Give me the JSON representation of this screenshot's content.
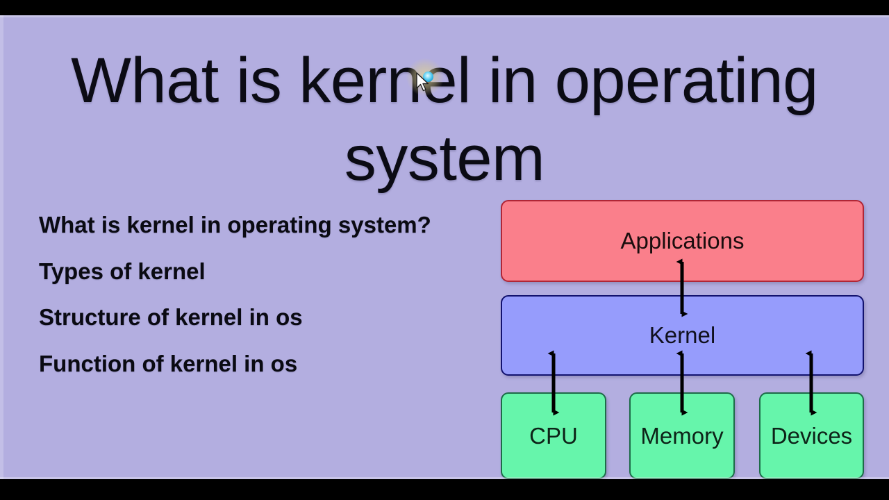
{
  "video": {
    "letterbox_color": "#000000",
    "slide_background": "#b3aee0"
  },
  "slide": {
    "title": "What is kernel in operating system",
    "bullets": [
      "What is kernel in operating system?",
      "Types of kernel",
      "Structure of kernel in os",
      "Function of kernel in os"
    ]
  },
  "diagram": {
    "applications": {
      "label": "Applications",
      "fill": "#fa7f8b",
      "border": "#b02636"
    },
    "kernel": {
      "label": "Kernel",
      "fill": "#969cfc",
      "border": "#12126e"
    },
    "hardware": [
      {
        "label": "CPU",
        "fill": "#66f5ab",
        "border": "#1d6b48"
      },
      {
        "label": "Memory",
        "fill": "#66f5ab",
        "border": "#1d6b48"
      },
      {
        "label": "Devices",
        "fill": "#66f5ab",
        "border": "#1d6b48"
      }
    ],
    "connectors": [
      {
        "from": "kernel",
        "to": "applications",
        "style": "double-arrow"
      },
      {
        "from": "kernel",
        "to": "cpu",
        "style": "double-arrow"
      },
      {
        "from": "kernel",
        "to": "memory",
        "style": "double-arrow"
      },
      {
        "from": "kernel",
        "to": "devices",
        "style": "double-arrow"
      }
    ],
    "arrow_color": "#000000"
  },
  "cursor": {
    "icon": "mouse-pointer-icon",
    "click_highlight_color": "#2fb4e0",
    "halo_color": "#e2d496"
  }
}
